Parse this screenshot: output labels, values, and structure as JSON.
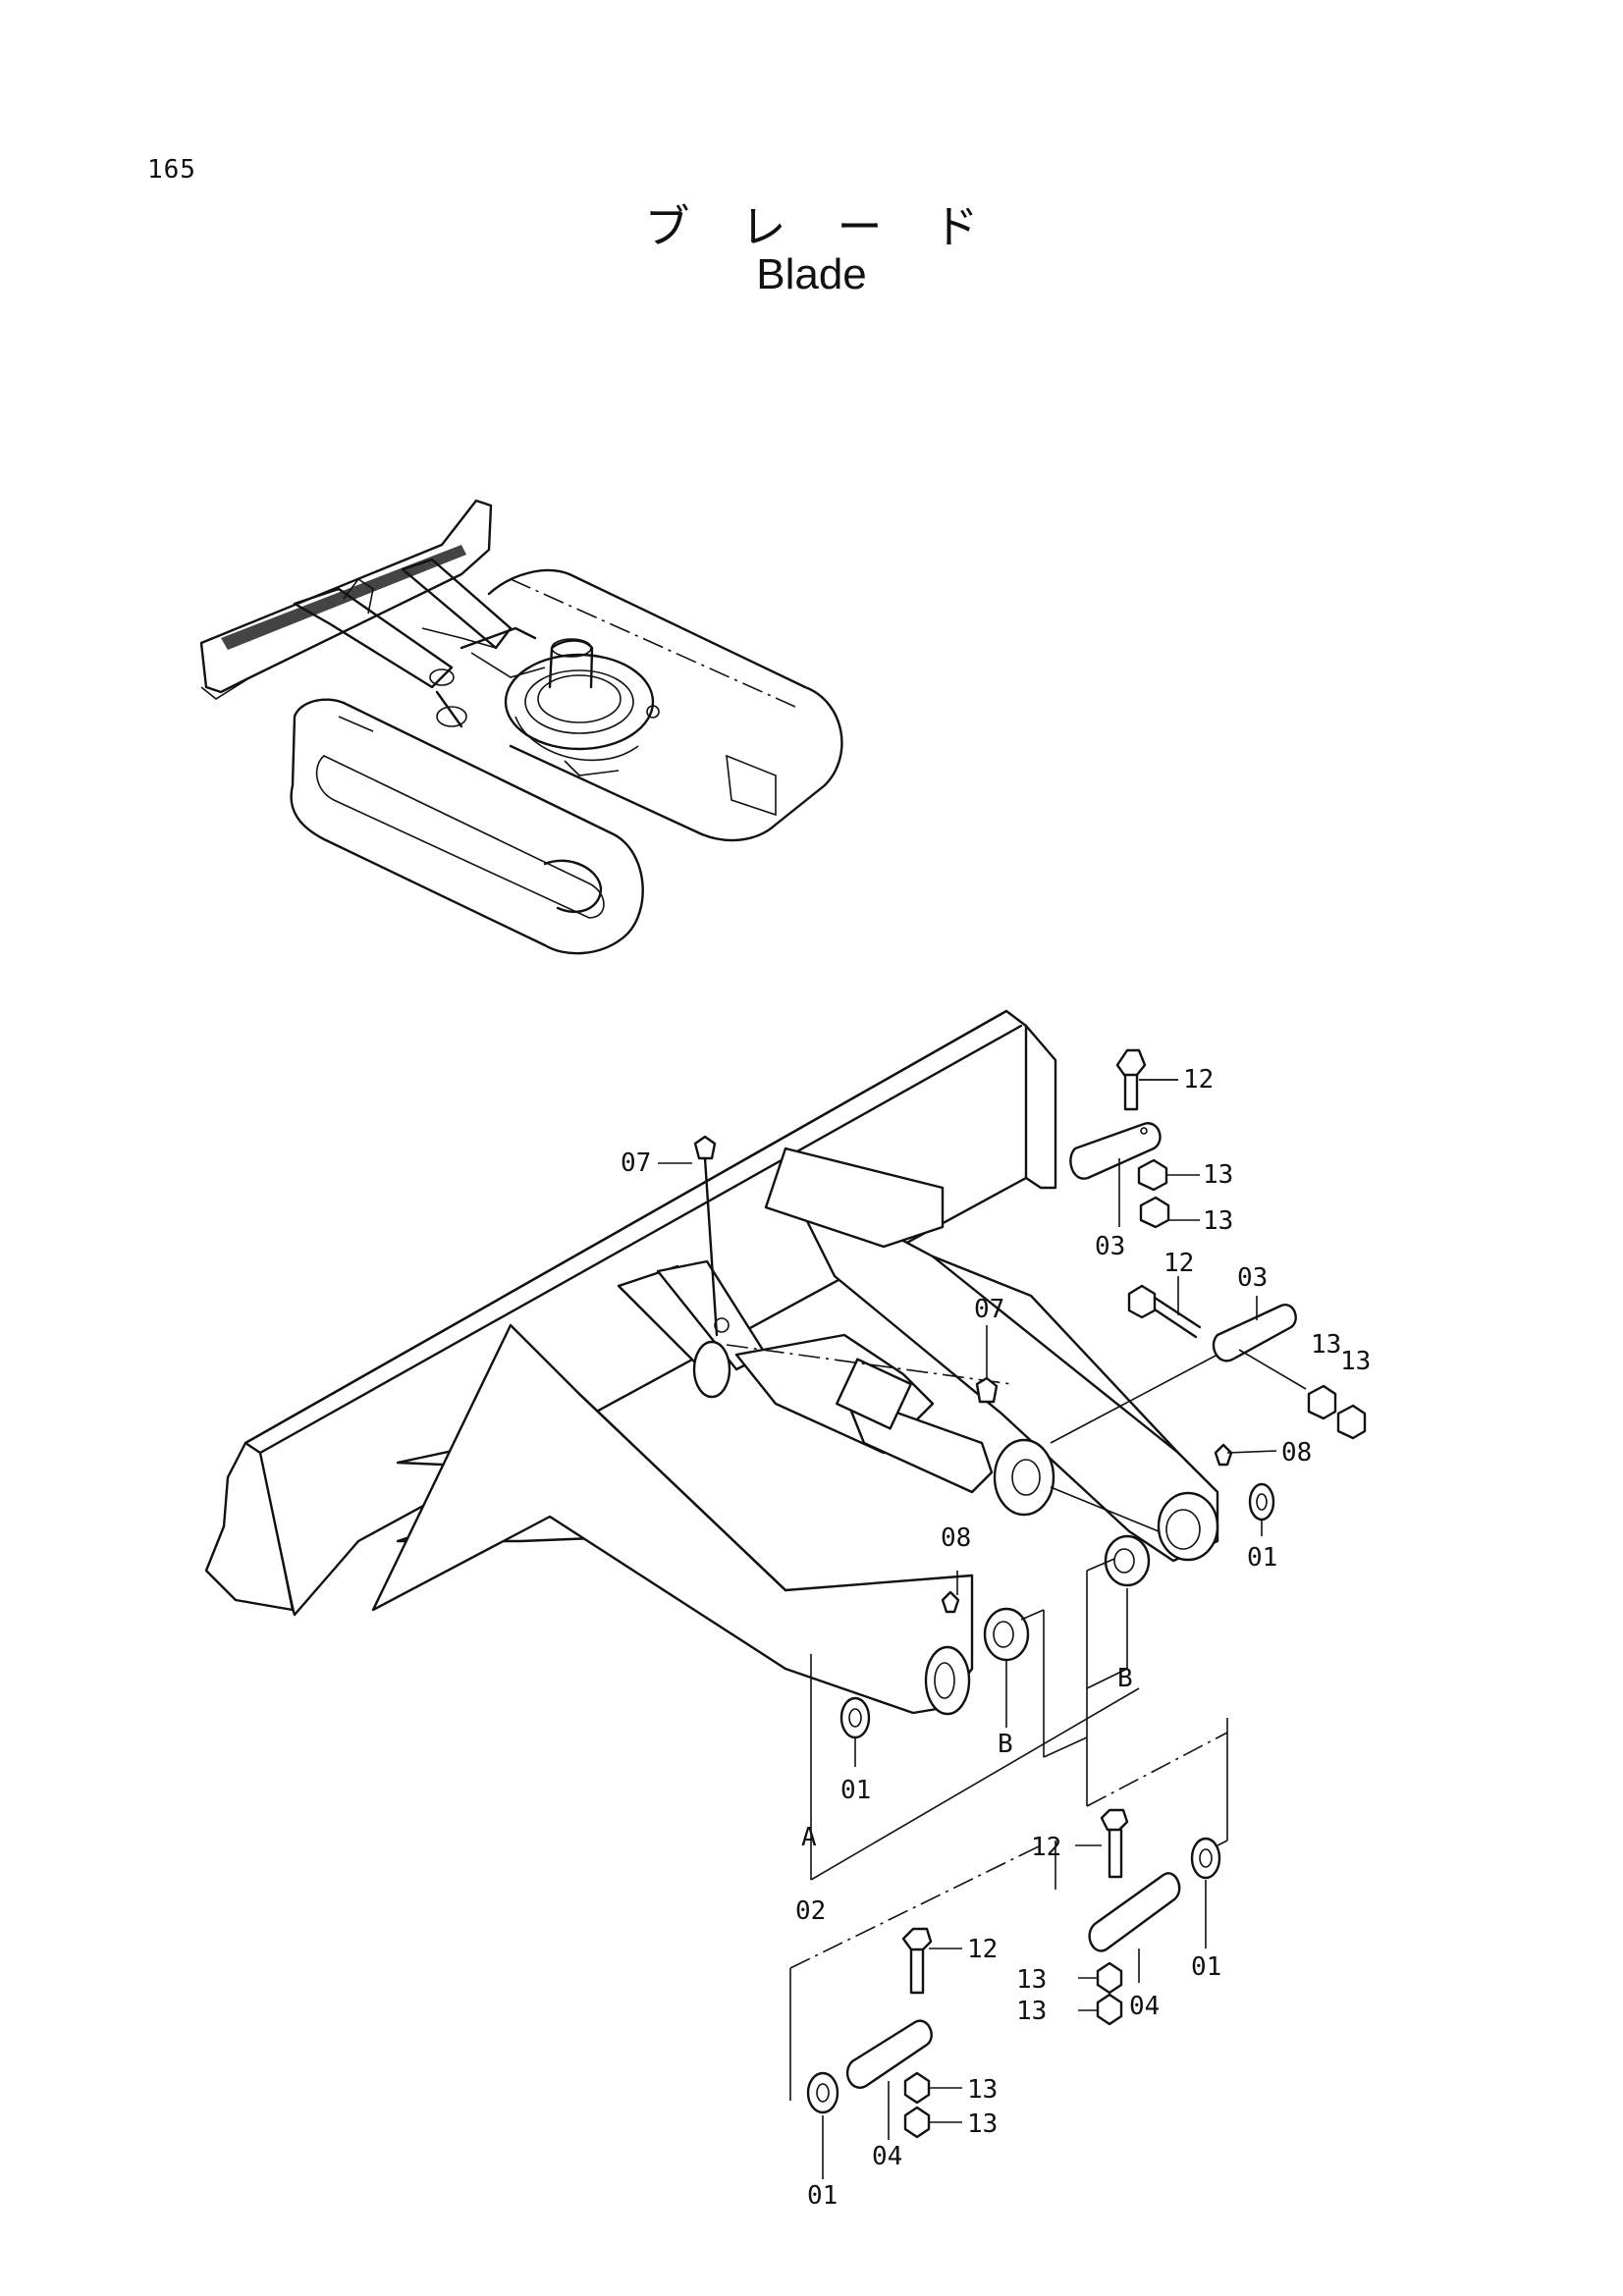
{
  "page_number": "165",
  "title_ja": "ブレード",
  "title_en": "Blade",
  "callouts": {
    "c07a": "07",
    "c12a": "12",
    "c13a": "13",
    "c13b": "13",
    "c03a": "03",
    "c12b": "12",
    "c03b": "03",
    "c07b": "07",
    "c13c": "13",
    "c13d": "13",
    "c08a": "08",
    "c01a": "01",
    "c08b": "08",
    "cBa": "B",
    "cBb": "B",
    "c01b": "01",
    "cA": "A",
    "c02": "02",
    "c12c": "12",
    "c01c": "01",
    "c13e": "13",
    "c13f": "13",
    "c04a": "04",
    "c12d": "12",
    "c13g": "13",
    "c13h": "13",
    "c04b": "04",
    "c01d": "01"
  }
}
